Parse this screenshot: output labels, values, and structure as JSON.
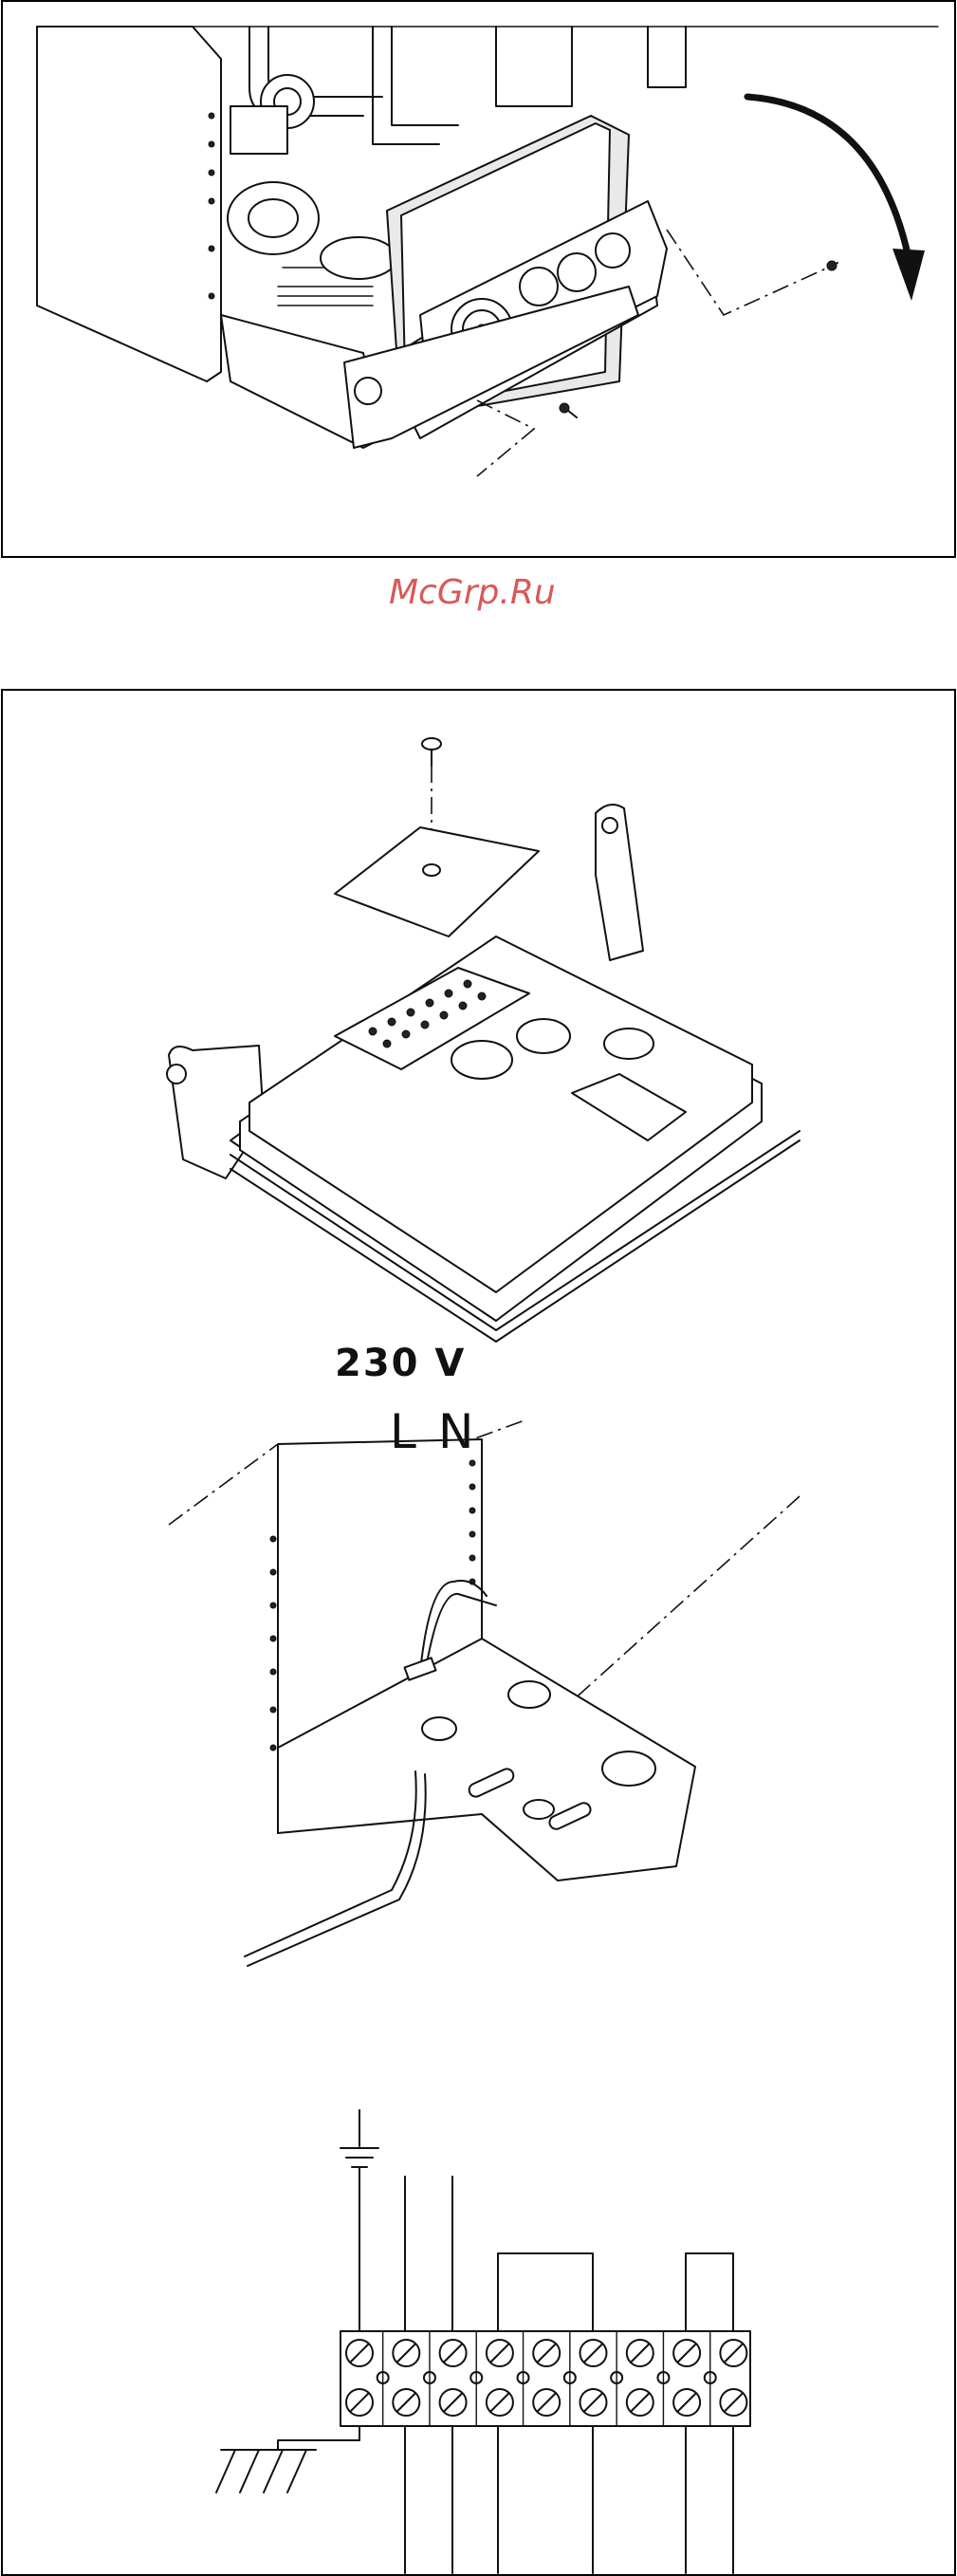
{
  "watermark": "McGrp.Ru",
  "wiring": {
    "voltage": "230 V",
    "phase_label": "L",
    "neutral_label": "N",
    "terminal_count": 9
  },
  "icons": {
    "rotation_arrow": "curved-arrow-icon",
    "ground": "earth-ground-icon"
  }
}
